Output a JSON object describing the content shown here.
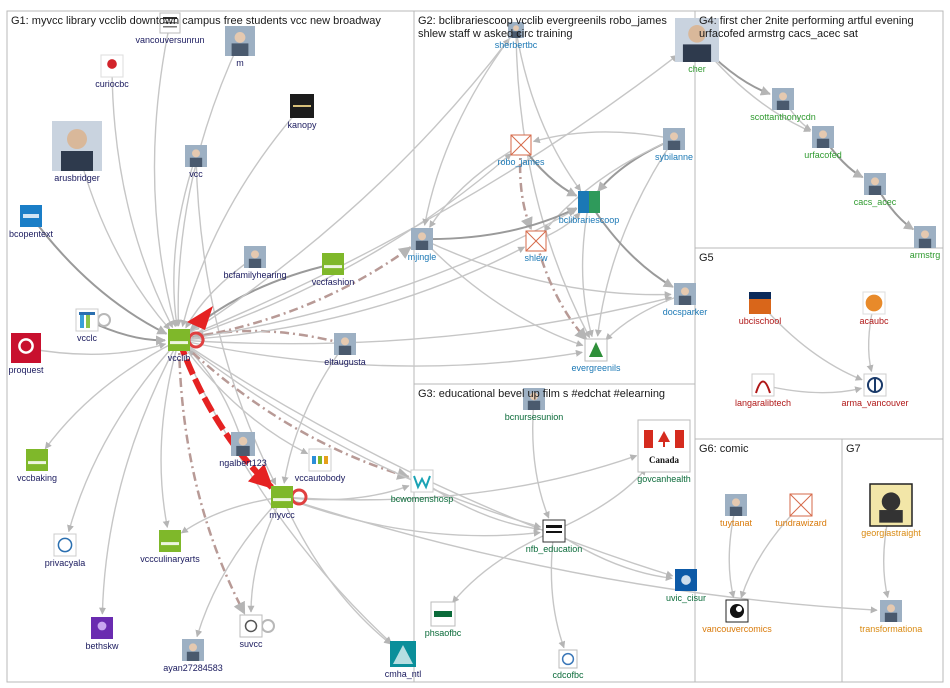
{
  "groups": [
    {
      "id": "G1",
      "title": "G1: myvcc library vcclib downtown campus free students vcc new broadway"
    },
    {
      "id": "G2",
      "title": "G2: bclibrariescoop vcclib evergreenils robo_james",
      "title2": "shlew staff w asked circ training"
    },
    {
      "id": "G3",
      "title": "G3: educational bevel up film s #edchat #elearning"
    },
    {
      "id": "G4",
      "title": "G4: first cher 2nite performing artful evening",
      "title2": "urfacofed armstrg cacs_acec sat"
    },
    {
      "id": "G5",
      "title": "G5"
    },
    {
      "id": "G6",
      "title": "G6: comic"
    },
    {
      "id": "G7",
      "title": "G7"
    }
  ],
  "colors": {
    "G1": "#1a1a5e",
    "G2": "#1b78b5",
    "G3": "#0b6b3a",
    "G4": "#2f9a2f",
    "G5": "#b01818",
    "G6": "#d97a0a",
    "G7": "#d98a12",
    "edge": "#c6c6c6",
    "edge_dark": "#9a9a9a",
    "edge_dashed": "#b89a96",
    "edge_red": "#e52222"
  },
  "nodes": [
    {
      "id": "vancouversunrun",
      "label": "vancouversunrun",
      "group": "G1",
      "icon": "newspaper-logo"
    },
    {
      "id": "m",
      "label": "m",
      "group": "G1",
      "icon": "photo-avatar"
    },
    {
      "id": "curiocbc",
      "label": "curiocbc",
      "group": "G1",
      "icon": "cbc-logo"
    },
    {
      "id": "kanopy",
      "label": "kanopy",
      "group": "G1",
      "icon": "kanopy-logo"
    },
    {
      "id": "arusbridger",
      "label": "arusbridger",
      "group": "G1",
      "icon": "portrait-avatar"
    },
    {
      "id": "vcc",
      "label": "vcc",
      "group": "G1",
      "icon": "photo-avatar"
    },
    {
      "id": "bcopentext",
      "label": "bcopentext",
      "group": "G1",
      "icon": "bc-open-logo"
    },
    {
      "id": "bcfamilyhearing",
      "label": "bcfamilyhearing",
      "group": "G1",
      "icon": "photo-avatar"
    },
    {
      "id": "vccfashion",
      "label": "vccfashion",
      "group": "G1",
      "icon": "vcc-green-logo"
    },
    {
      "id": "vcclc",
      "label": "vcclc",
      "group": "G1",
      "icon": "vcclc-logo"
    },
    {
      "id": "vcclib",
      "label": "vcclib",
      "group": "G1",
      "icon": "vcc-green-logo"
    },
    {
      "id": "proquest",
      "label": "proquest",
      "group": "G1",
      "icon": "proquest-logo"
    },
    {
      "id": "eltaugusta",
      "label": "eltaugusta",
      "group": "G1",
      "icon": "photo-avatar"
    },
    {
      "id": "ngalbert123",
      "label": "ngalbert123",
      "group": "G1",
      "icon": "photo-avatar"
    },
    {
      "id": "vccautobody",
      "label": "vccautobody",
      "group": "G1",
      "icon": "vcc-letters-logo"
    },
    {
      "id": "vccbaking",
      "label": "vccbaking",
      "group": "G1",
      "icon": "vcc-green-logo"
    },
    {
      "id": "myvcc",
      "label": "myvcc",
      "group": "G1",
      "icon": "vcc-green-logo"
    },
    {
      "id": "privacyala",
      "label": "privacyala",
      "group": "G1",
      "icon": "privacy-logo"
    },
    {
      "id": "vccculinaryarts",
      "label": "vccculinaryarts",
      "group": "G1",
      "icon": "vcc-green-logo"
    },
    {
      "id": "suvcc",
      "label": "suvcc",
      "group": "G1",
      "icon": "suvcc-logo"
    },
    {
      "id": "bethskw",
      "label": "bethskw",
      "group": "G1",
      "icon": "purple-avatar"
    },
    {
      "id": "ayan27284583",
      "label": "ayan27284583",
      "group": "G1",
      "icon": "photo-avatar"
    },
    {
      "id": "cmha_ntl",
      "label": "cmha_ntl",
      "group": "G1",
      "icon": "cmha-logo"
    },
    {
      "id": "sherbertbc",
      "label": "sherbertbc",
      "group": "G2",
      "icon": "photo-avatar"
    },
    {
      "id": "robo_james",
      "label": "robo_james",
      "group": "G2",
      "icon": "broken-image"
    },
    {
      "id": "sybilanne",
      "label": "sybilanne",
      "group": "G2",
      "icon": "photo-avatar"
    },
    {
      "id": "bclibrariescoop",
      "label": "bclibrariescoop",
      "group": "G2",
      "icon": "gradient-logo"
    },
    {
      "id": "mjingle",
      "label": "mjingle",
      "group": "G2",
      "icon": "photo-avatar"
    },
    {
      "id": "shlew",
      "label": "shlew",
      "group": "G2",
      "icon": "broken-image"
    },
    {
      "id": "docsparker",
      "label": "docsparker",
      "group": "G2",
      "icon": "photo-avatar"
    },
    {
      "id": "evergreenils",
      "label": "evergreenils",
      "group": "G2",
      "icon": "evergreen-logo"
    },
    {
      "id": "bcnursesunion",
      "label": "bcnursesunion",
      "group": "G3",
      "icon": "photo-avatar"
    },
    {
      "id": "govcanhealth",
      "label": "govcanhealth",
      "group": "G3",
      "icon": "canada-flag-logo"
    },
    {
      "id": "bcwomenshosp",
      "label": "bcwomenshosp",
      "group": "G3",
      "icon": "w-logo"
    },
    {
      "id": "nfb_education",
      "label": "nfb_education",
      "group": "G3",
      "icon": "nfb-logo"
    },
    {
      "id": "uvic_cisur",
      "label": "uvic_cisur",
      "group": "G3",
      "icon": "uvic-logo"
    },
    {
      "id": "phsaofbc",
      "label": "phsaofbc",
      "group": "G3",
      "icon": "phsa-logo"
    },
    {
      "id": "cdcofbc",
      "label": "cdcofbc",
      "group": "G3",
      "icon": "cdc-logo"
    },
    {
      "id": "cher",
      "label": "cher",
      "group": "G4",
      "icon": "portrait-avatar"
    },
    {
      "id": "scottanthonycdn",
      "label": "scottanthonycdn",
      "group": "G4",
      "icon": "photo-avatar"
    },
    {
      "id": "urfacofed",
      "label": "urfacofed",
      "group": "G4",
      "icon": "photo-avatar"
    },
    {
      "id": "cacs_acec",
      "label": "cacs_acec",
      "group": "G4",
      "icon": "photo-avatar"
    },
    {
      "id": "armstrg",
      "label": "armstrg",
      "group": "G4",
      "icon": "photo-avatar"
    },
    {
      "id": "ubcischool",
      "label": "ubcischool",
      "group": "G5",
      "icon": "ubc-logo"
    },
    {
      "id": "acaubc",
      "label": "acaubc",
      "group": "G5",
      "icon": "orange-circle-logo"
    },
    {
      "id": "langaralibtech",
      "label": "langaralibtech",
      "group": "G5",
      "icon": "arch-logo"
    },
    {
      "id": "arma_vancouver",
      "label": "arma_vancouver",
      "group": "G5",
      "icon": "arma-logo"
    },
    {
      "id": "tuytanat",
      "label": "tuytanat",
      "group": "G6",
      "icon": "photo-avatar"
    },
    {
      "id": "tundrawizard",
      "label": "tundrawizard",
      "group": "G6",
      "icon": "broken-image"
    },
    {
      "id": "vancouvercomics",
      "label": "vancouvercomics",
      "group": "G6",
      "icon": "comic-logo"
    },
    {
      "id": "georgiastraight",
      "label": "georgiastraight",
      "group": "G7",
      "icon": "straight-logo"
    },
    {
      "id": "transformationa",
      "label": "transformationa",
      "group": "G7",
      "icon": "photo-avatar"
    }
  ],
  "edges": [
    {
      "from": "vancouversunrun",
      "to": "vcclib",
      "style": "plain"
    },
    {
      "from": "m",
      "to": "vcclib",
      "style": "plain"
    },
    {
      "from": "curiocbc",
      "to": "vcclib",
      "style": "plain"
    },
    {
      "from": "kanopy",
      "to": "vcclib",
      "style": "plain"
    },
    {
      "from": "arusbridger",
      "to": "vcclib",
      "style": "plain"
    },
    {
      "from": "vcc",
      "to": "vcclib",
      "style": "plain"
    },
    {
      "from": "vcc",
      "to": "myvcc",
      "style": "plain"
    },
    {
      "from": "bcopentext",
      "to": "vcclib",
      "style": "dark"
    },
    {
      "from": "bcfamilyhearing",
      "to": "vcclib",
      "style": "plain"
    },
    {
      "from": "vccfashion",
      "to": "vcclib",
      "style": "dark"
    },
    {
      "from": "vcclc",
      "to": "vcclib",
      "style": "dark"
    },
    {
      "from": "proquest",
      "to": "vcclib",
      "style": "plain"
    },
    {
      "from": "eltaugusta",
      "to": "vcclib",
      "style": "dashed"
    },
    {
      "from": "eltaugusta",
      "to": "myvcc",
      "style": "plain"
    },
    {
      "from": "ngalbert123",
      "to": "vcclib",
      "style": "plain"
    },
    {
      "from": "vcclib",
      "to": "myvcc",
      "style": "red"
    },
    {
      "from": "vcclib",
      "to": "vccbaking",
      "style": "plain"
    },
    {
      "from": "vcclib",
      "to": "privacyala",
      "style": "plain"
    },
    {
      "from": "vcclib",
      "to": "bethskw",
      "style": "plain"
    },
    {
      "from": "vcclib",
      "to": "vccculinaryarts",
      "style": "plain"
    },
    {
      "from": "vcclib",
      "to": "suvcc",
      "style": "dashed"
    },
    {
      "from": "vcclib",
      "to": "vccautobody",
      "style": "plain"
    },
    {
      "from": "vcclib",
      "to": "cmha_ntl",
      "style": "plain"
    },
    {
      "from": "vcclib",
      "to": "bcwomenshosp",
      "style": "dashed"
    },
    {
      "from": "vcclib",
      "to": "nfb_education",
      "style": "plain"
    },
    {
      "from": "vcclib",
      "to": "mjingle",
      "style": "dashed"
    },
    {
      "from": "vcclib",
      "to": "shlew",
      "style": "plain"
    },
    {
      "from": "vcclib",
      "to": "robo_james",
      "style": "plain"
    },
    {
      "from": "vcclib",
      "to": "sherbertbc",
      "style": "plain"
    },
    {
      "from": "vcclib",
      "to": "bclibrariescoop",
      "style": "plain"
    },
    {
      "from": "vcclib",
      "to": "docsparker",
      "style": "plain"
    },
    {
      "from": "vcclib",
      "to": "evergreenils",
      "style": "plain"
    },
    {
      "from": "vcclib",
      "to": "uvic_cisur",
      "style": "plain"
    },
    {
      "from": "vcclib",
      "to": "cher",
      "style": "plain"
    },
    {
      "from": "myvcc",
      "to": "suvcc",
      "style": "plain"
    },
    {
      "from": "myvcc",
      "to": "ayan27284583",
      "style": "plain"
    },
    {
      "from": "myvcc",
      "to": "vccculinaryarts",
      "style": "plain"
    },
    {
      "from": "myvcc",
      "to": "nfb_education",
      "style": "plain"
    },
    {
      "from": "myvcc",
      "to": "govcanhealth",
      "style": "plain"
    },
    {
      "from": "myvcc",
      "to": "cmha_ntl",
      "style": "plain"
    },
    {
      "from": "myvcc",
      "to": "transformationa",
      "style": "plain"
    },
    {
      "from": "myvcc",
      "to": "bcwomenshosp",
      "style": "plain"
    },
    {
      "from": "sherbertbc",
      "to": "bclibrariescoop",
      "style": "plain"
    },
    {
      "from": "sherbertbc",
      "to": "evergreenils",
      "style": "plain"
    },
    {
      "from": "sherbertbc",
      "to": "mjingle",
      "style": "plain"
    },
    {
      "from": "robo_james",
      "to": "bclibrariescoop",
      "style": "dark"
    },
    {
      "from": "robo_james",
      "to": "shlew",
      "style": "dashed"
    },
    {
      "from": "robo_james",
      "to": "mjingle",
      "style": "plain"
    },
    {
      "from": "sybilanne",
      "to": "bclibrariescoop",
      "style": "dark"
    },
    {
      "from": "sybilanne",
      "to": "shlew",
      "style": "plain"
    },
    {
      "from": "sybilanne",
      "to": "evergreenils",
      "style": "plain"
    },
    {
      "from": "sybilanne",
      "to": "robo_james",
      "style": "plain"
    },
    {
      "from": "mjingle",
      "to": "bclibrariescoop",
      "style": "dark"
    },
    {
      "from": "mjingle",
      "to": "evergreenils",
      "style": "plain"
    },
    {
      "from": "mjingle",
      "to": "docsparker",
      "style": "plain"
    },
    {
      "from": "shlew",
      "to": "evergreenils",
      "style": "dashed"
    },
    {
      "from": "shlew",
      "to": "bclibrariescoop",
      "style": "plain"
    },
    {
      "from": "bclibrariescoop",
      "to": "evergreenils",
      "style": "plain"
    },
    {
      "from": "bclibrariescoop",
      "to": "docsparker",
      "style": "dark"
    },
    {
      "from": "docsparker",
      "to": "evergreenils",
      "style": "plain"
    },
    {
      "from": "bcnursesunion",
      "to": "nfb_education",
      "style": "plain"
    },
    {
      "from": "bcwomenshosp",
      "to": "nfb_education",
      "style": "plain"
    },
    {
      "from": "nfb_education",
      "to": "uvic_cisur",
      "style": "plain"
    },
    {
      "from": "nfb_education",
      "to": "cdcofbc",
      "style": "plain"
    },
    {
      "from": "nfb_education",
      "to": "phsaofbc",
      "style": "plain"
    },
    {
      "from": "nfb_education",
      "to": "govcanhealth",
      "style": "plain"
    },
    {
      "from": "cher",
      "to": "scottanthonycdn",
      "style": "dark"
    },
    {
      "from": "cher",
      "to": "urfacofed",
      "style": "plain"
    },
    {
      "from": "scottanthonycdn",
      "to": "urfacofed",
      "style": "plain"
    },
    {
      "from": "urfacofed",
      "to": "cacs_acec",
      "style": "dark"
    },
    {
      "from": "cacs_acec",
      "to": "armstrg",
      "style": "dark"
    },
    {
      "from": "ubcischool",
      "to": "arma_vancouver",
      "style": "plain"
    },
    {
      "from": "acaubc",
      "to": "arma_vancouver",
      "style": "plain"
    },
    {
      "from": "langaralibtech",
      "to": "arma_vancouver",
      "style": "plain"
    },
    {
      "from": "tuytanat",
      "to": "vancouvercomics",
      "style": "plain"
    },
    {
      "from": "tundrawizard",
      "to": "vancouvercomics",
      "style": "plain"
    },
    {
      "from": "georgiastraight",
      "to": "transformationa",
      "style": "plain"
    }
  ],
  "self_loops": [
    "vcclc",
    "vcclib",
    "myvcc",
    "suvcc"
  ]
}
